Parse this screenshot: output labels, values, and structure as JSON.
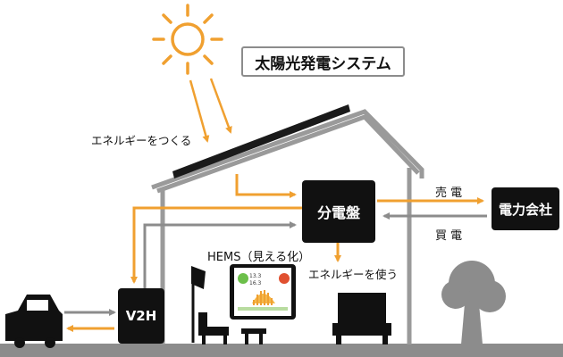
{
  "title": "太陽光発電システム",
  "labels": {
    "create_energy": "エネルギーをつくる",
    "use_energy": "エネルギーを使う",
    "hems": "HEMS（見える化）",
    "sell": "売 電",
    "buy": "買 電"
  },
  "nodes": {
    "distribution_board": "分電盤",
    "power_company": "電力会社",
    "v2h": "V2H"
  },
  "hems_screen": {
    "reading_1": "13.3",
    "reading_2": "16.3"
  },
  "colors": {
    "flow_orange": "#f0a030",
    "flow_gray": "#8c8c8c",
    "house_outline": "#9a9a9a",
    "box_fill": "#111111",
    "ground": "#8c8c8c"
  }
}
